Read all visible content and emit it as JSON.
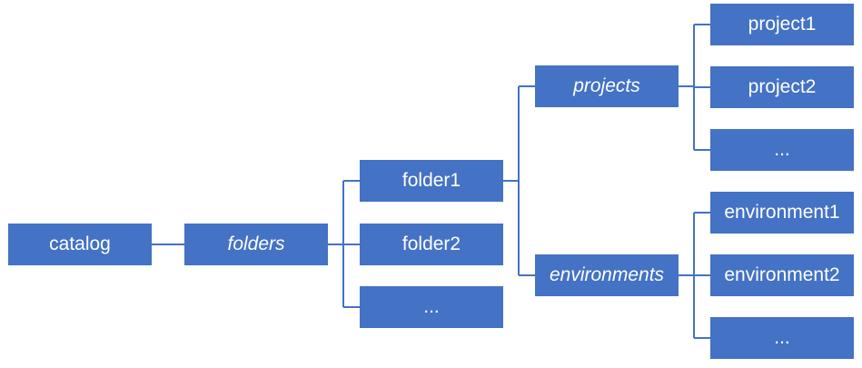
{
  "diagram": {
    "colors": {
      "node_fill": "#4472c4",
      "node_text": "#ffffff",
      "connector": "#4472c4"
    },
    "nodes": {
      "catalog": "catalog",
      "folders": "folders",
      "folder1": "folder1",
      "folder2": "folder2",
      "folders_more": "...",
      "projects": "projects",
      "environments": "environments",
      "project1": "project1",
      "project2": "project2",
      "projects_more": "...",
      "environment1": "environment1",
      "environment2": "environment2",
      "environments_more": "..."
    },
    "edges": [
      [
        "catalog",
        "folders"
      ],
      [
        "folders",
        "folder1"
      ],
      [
        "folders",
        "folder2"
      ],
      [
        "folders",
        "folders_more"
      ],
      [
        "folder1",
        "projects"
      ],
      [
        "folder1",
        "environments"
      ],
      [
        "projects",
        "project1"
      ],
      [
        "projects",
        "project2"
      ],
      [
        "projects",
        "projects_more"
      ],
      [
        "environments",
        "environment1"
      ],
      [
        "environments",
        "environment2"
      ],
      [
        "environments",
        "environments_more"
      ]
    ]
  }
}
